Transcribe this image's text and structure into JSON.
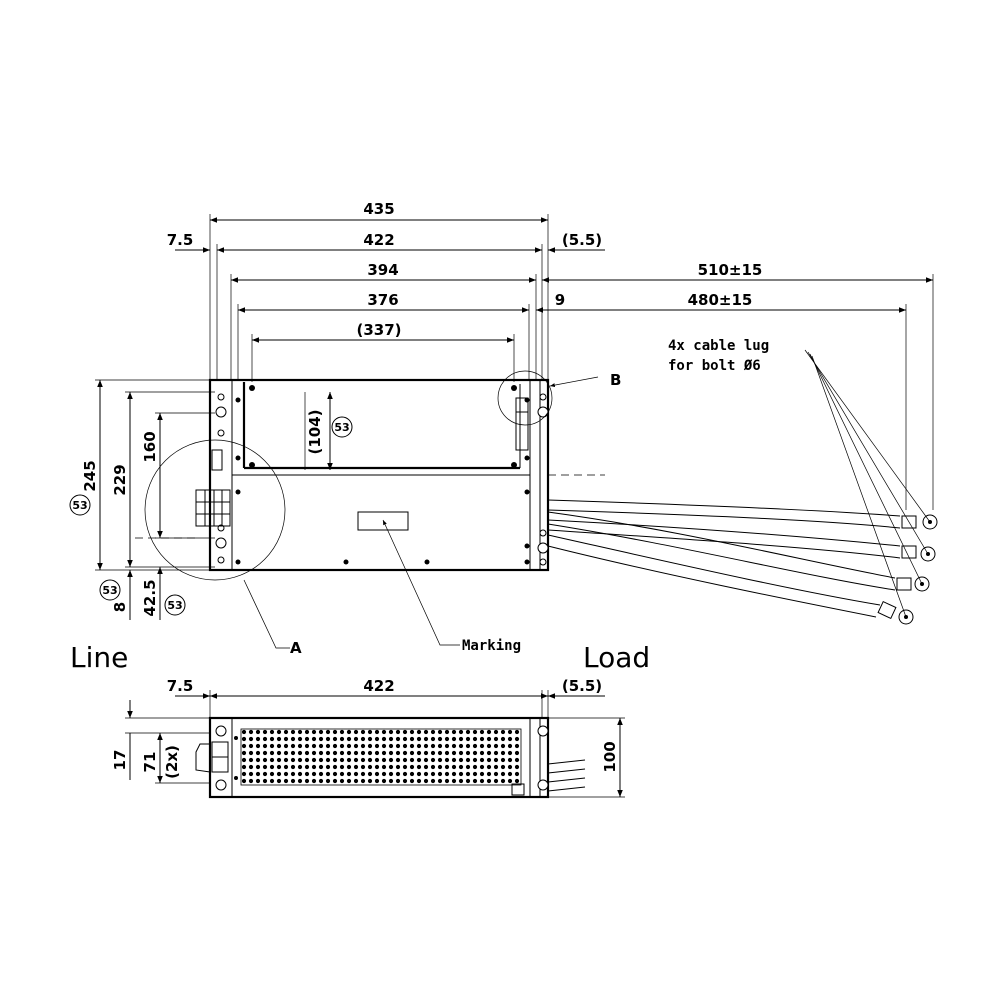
{
  "top_view": {
    "dims": {
      "overall_width": "435",
      "mount_width": "422",
      "left_offset": "7.5",
      "right_offset": "(5.5)",
      "inner_394": "394",
      "inner_376": "376",
      "inner_337": "(337)",
      "cable_offset": "9",
      "cable_length_outer": "510±15",
      "cable_length_inner": "480±15",
      "height_245": "245",
      "height_229": "229",
      "height_160": "160",
      "inner_104": "(104)",
      "bottom_8": "8",
      "bottom_42_5": "42.5"
    },
    "circled_tag": "53",
    "detail_a": "A",
    "detail_b": "B",
    "cable_note_line1": "4x cable lug",
    "cable_note_line2": "for bolt Ø6",
    "marking_label": "Marking"
  },
  "side_labels": {
    "line": "Line",
    "load": "Load"
  },
  "front_view": {
    "dims": {
      "left_offset": "7.5",
      "width": "422",
      "right_offset": "(5.5)",
      "dim_17": "17",
      "dim_71": "71",
      "dim_2x": "(2x)",
      "height_100": "100"
    }
  }
}
